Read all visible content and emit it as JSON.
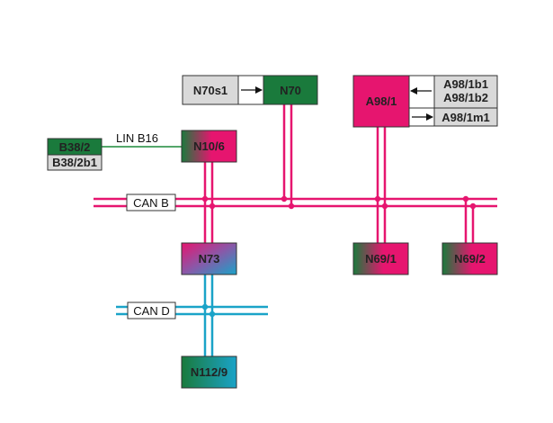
{
  "colors": {
    "can_b": "#e6156f",
    "can_d": "#1aa3c8",
    "lin": "#1d8a3a",
    "magenta": "#e6156f",
    "green": "#1a7a3c",
    "grey": "#d9d9d9",
    "arrow": "#111111"
  },
  "buses": {
    "can_b": "CAN B",
    "can_d": "CAN D",
    "lin_b16": "LIN B16"
  },
  "nodes": {
    "n70s1": "N70s1",
    "n70": "N70",
    "a98_1": "A98/1",
    "a98_1b1": "A98/1b1",
    "a98_1b2": "A98/1b2",
    "a98_1m1": "A98/1m1",
    "b38_2": "B38/2",
    "b38_2b1": "B38/2b1",
    "n10_6": "N10/6",
    "n73": "N73",
    "n69_1": "N69/1",
    "n69_2": "N69/2",
    "n112_9": "N112/9"
  }
}
